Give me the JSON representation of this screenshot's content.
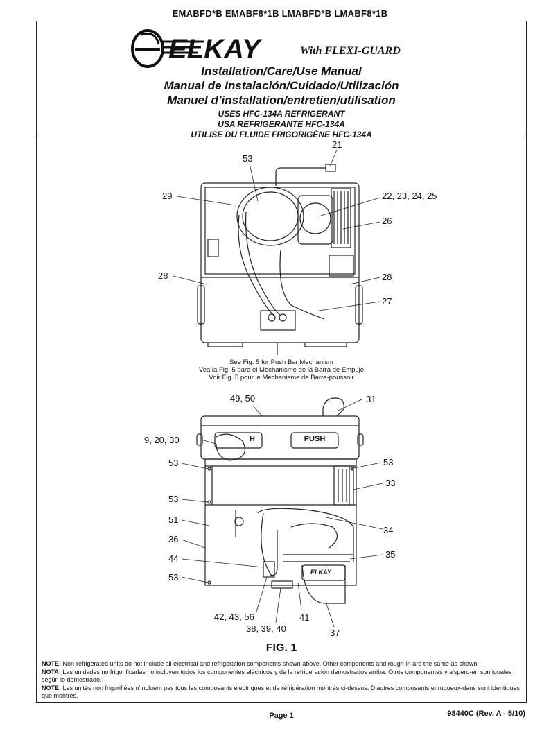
{
  "header": {
    "models": "EMABFD*B    EMABF8*1B    LMABFD*B    LMABF8*1B",
    "brand": "ELKAY",
    "brand_tagline": "With FLEXI-GUARD",
    "titles": [
      "Installation/Care/Use Manual",
      "Manual de Instalación/Cuidado/Utilización",
      "Manuel d’installation/entretien/utilisation"
    ],
    "subtitles": [
      "USES HFC-134A REFRIGERANT",
      "USA REFRIGERANTE HFC-134A",
      "UTILISE DU FLUIDE FRIGORIGÈNE HFC-134A"
    ]
  },
  "top_diagram": {
    "callouts": {
      "c21": "21",
      "c53": "53",
      "c29": "29",
      "c22": "22, 23, 24, 25",
      "c26": "26",
      "c28l": "28",
      "c28r": "28",
      "c27": "27"
    },
    "see_note": [
      "See Fig. 5 for Push Bar Mechanism",
      "Vea la Fig. 5 para el Mechanisme de la Barra de Empuje",
      "Voir Fig. 5 pour le Mechanisme de Barre-poussoir"
    ]
  },
  "bottom_diagram": {
    "push_label": "PUSH",
    "push_label_partial": "H",
    "unit_brand": "ELKAY",
    "callouts": {
      "c49": "49, 50",
      "c31": "31",
      "c9": "9, 20, 30",
      "c53a": "53",
      "c53b": "53",
      "c33": "33",
      "c53c": "53",
      "c51": "51",
      "c34": "34",
      "c36": "36",
      "c35": "35",
      "c44": "44",
      "c53d": "53",
      "c42": "42, 43, 56",
      "c41": "41",
      "c38": "38, 39, 40",
      "c37": "37"
    }
  },
  "figure": {
    "label": "FIG. 1"
  },
  "notes": [
    {
      "label": "NOTE:",
      "text": " Non-refrigerated units do not include all electrical and refrigeration components shown above. Other components and rough-in are the same as shown."
    },
    {
      "label": "NOTA:",
      "text": " Las unidades no frigorificadas no incluyen todos los componentes eléctricos y de la refrigeración demostrados arriba. Otros componentes y a'spero-en son iguales según lo demostrado."
    },
    {
      "label": "NOTE:",
      "text": " Les unités non frigorifiées n’incluent pas tous les composants électriques et de réfrigération montrés ci-dessus. D’autres composants et rugueux-dans sont identiques que montrés."
    }
  ],
  "footer": {
    "page": "Page 1",
    "doc_number": "98440C (Rev. A - 5/10)"
  }
}
